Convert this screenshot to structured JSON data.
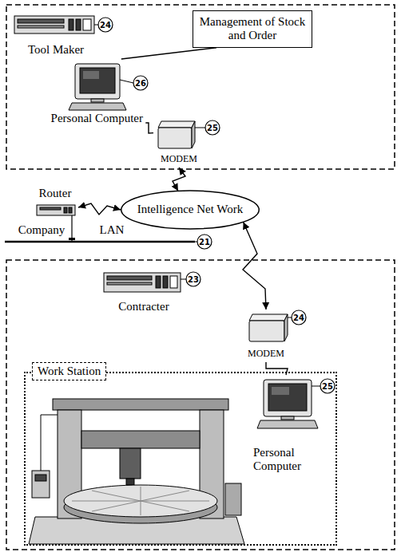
{
  "diagram": {
    "nodes": [
      {
        "text": [
          "Tool Maker"
        ]
      },
      {
        "text": [
          "Management of Stock and Order"
        ]
      },
      {
        "text": [
          "Personal Computer"
        ]
      },
      {
        "text": [
          "MODEM"
        ]
      },
      {
        "text": [
          "Router"
        ]
      },
      {
        "text": [
          "Intelligence Net Work"
        ]
      },
      {
        "text": [
          "Contracter"
        ]
      },
      {
        "text": [
          "MODEM"
        ]
      },
      {
        "text": [
          "Work Station"
        ]
      },
      {
        "text": [
          "Personal Computer"
        ],
        "in": 8
      }
    ],
    "edges": [
      {
        "from": 1,
        "to": 2,
        "arrow": "none"
      },
      {
        "from": 2,
        "to": 3,
        "arrow": "none"
      },
      {
        "from": 3,
        "to": 5,
        "arrow": "both"
      },
      {
        "from": 4,
        "to": 5,
        "arrow": "both"
      },
      {
        "from": 5,
        "to": 7,
        "arrow": "both"
      },
      {
        "from": 7,
        "to": 9,
        "arrow": "none"
      }
    ],
    "labels": [
      "24",
      "26",
      "25",
      "Company",
      "LAN",
      "21",
      "23",
      "24",
      "25"
    ]
  }
}
